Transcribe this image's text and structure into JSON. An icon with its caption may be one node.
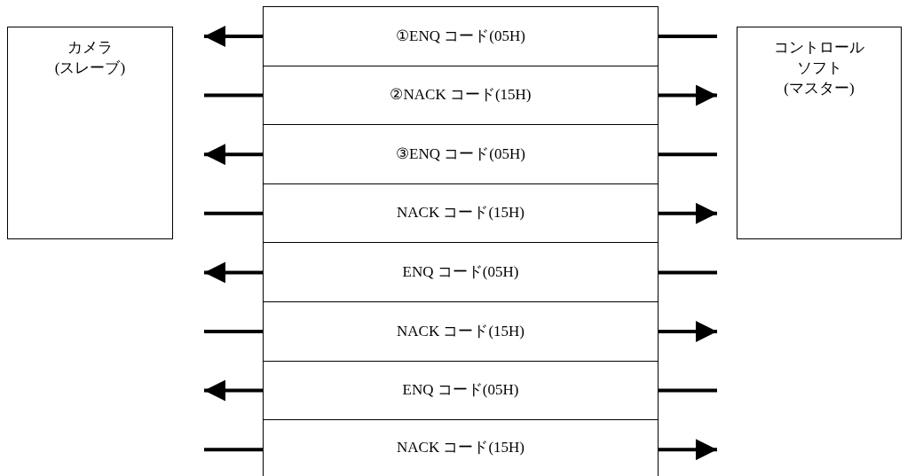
{
  "diagram": {
    "nodes": [
      {
        "text": [
          "カメラ",
          "(スレーブ)"
        ]
      },
      {
        "text": [
          "コントロール",
          "ソフト",
          "(マスター)"
        ]
      },
      {
        "text": [
          "①ENQ コード(05H)"
        ]
      },
      {
        "text": [
          "②NACK コード(15H)"
        ]
      },
      {
        "text": [
          "③ENQ コード(05H)"
        ]
      },
      {
        "text": [
          "NACK コード(15H)"
        ]
      },
      {
        "text": [
          "ENQ コード(05H)"
        ]
      },
      {
        "text": [
          "NACK コード(15H)"
        ]
      },
      {
        "text": [
          "ENQ コード(05H)"
        ]
      },
      {
        "text": [
          "NACK コード(15H)"
        ]
      }
    ],
    "edges": [
      {
        "from": 1,
        "to": 2,
        "arrow": "none"
      },
      {
        "from": 2,
        "to": 0,
        "arrow": "to"
      },
      {
        "from": 0,
        "to": 3,
        "arrow": "none"
      },
      {
        "from": 3,
        "to": 1,
        "arrow": "to"
      },
      {
        "from": 1,
        "to": 4,
        "arrow": "none"
      },
      {
        "from": 4,
        "to": 0,
        "arrow": "to"
      },
      {
        "from": 0,
        "to": 5,
        "arrow": "none"
      },
      {
        "from": 5,
        "to": 1,
        "arrow": "to"
      },
      {
        "from": null,
        "to": 6,
        "arrow": "none"
      },
      {
        "from": 6,
        "to": null,
        "arrow": "to"
      },
      {
        "from": null,
        "to": 7,
        "arrow": "none"
      },
      {
        "from": 7,
        "to": null,
        "arrow": "to"
      },
      {
        "from": null,
        "to": 8,
        "arrow": "none"
      },
      {
        "from": 8,
        "to": null,
        "arrow": "to"
      },
      {
        "from": null,
        "to": 9,
        "arrow": "none"
      },
      {
        "from": 9,
        "to": null,
        "arrow": "to"
      }
    ]
  }
}
